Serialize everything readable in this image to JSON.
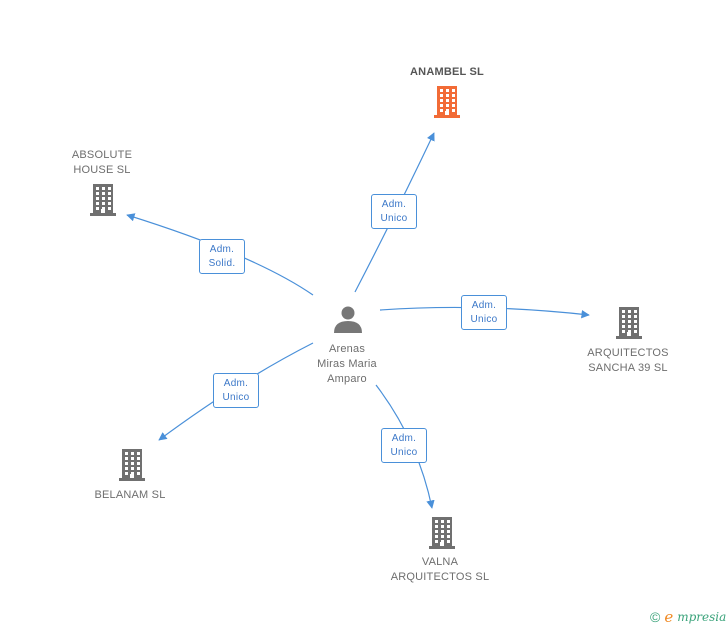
{
  "colors": {
    "edge": "#4a90d9",
    "node_default": "#707070",
    "node_highlight": "#f26b36",
    "person": "#777777"
  },
  "center": {
    "name_lines": [
      "Arenas",
      "Miras Maria",
      "Amparo"
    ],
    "icon": "person-icon"
  },
  "companies": [
    {
      "id": "anambel",
      "name_lines": [
        "ANAMBEL SL"
      ],
      "highlight": true,
      "role_lines": [
        "Adm.",
        "Unico"
      ],
      "icon": "building-icon"
    },
    {
      "id": "absolute",
      "name_lines": [
        "ABSOLUTE",
        "HOUSE SL"
      ],
      "highlight": false,
      "role_lines": [
        "Adm.",
        "Solid."
      ],
      "icon": "building-icon"
    },
    {
      "id": "arquitectos",
      "name_lines": [
        "ARQUITECTOS",
        "SANCHA 39 SL"
      ],
      "highlight": false,
      "role_lines": [
        "Adm.",
        "Unico"
      ],
      "icon": "building-icon"
    },
    {
      "id": "belanam",
      "name_lines": [
        "BELANAM SL"
      ],
      "highlight": false,
      "role_lines": [
        "Adm.",
        "Unico"
      ],
      "icon": "building-icon"
    },
    {
      "id": "valna",
      "name_lines": [
        "VALNA",
        "ARQUITECTOS SL"
      ],
      "highlight": false,
      "role_lines": [
        "Adm.",
        "Unico"
      ],
      "icon": "building-icon"
    }
  ],
  "footer": {
    "copyright": "©",
    "brand_initial": "e",
    "brand_rest": "mpresia"
  }
}
